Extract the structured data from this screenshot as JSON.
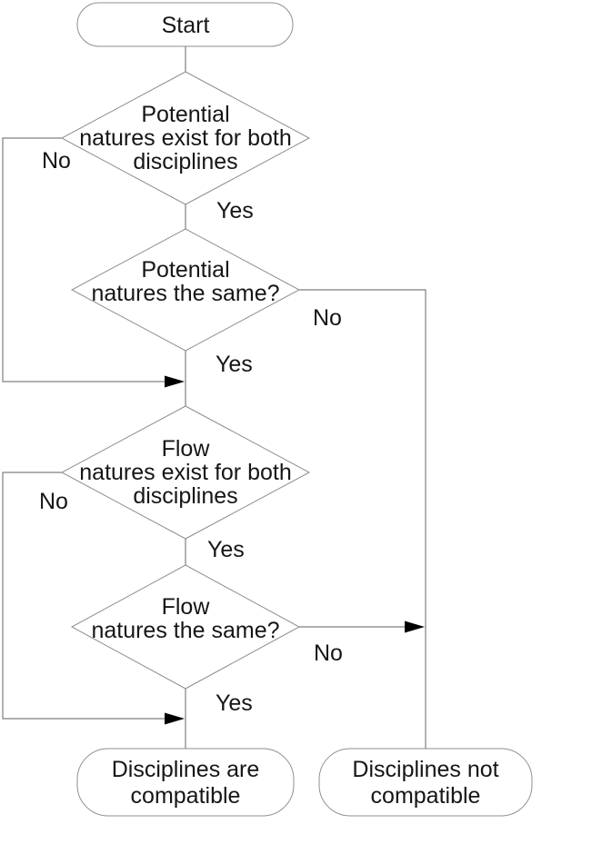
{
  "diagram": {
    "type": "flowchart",
    "background": "#ffffff",
    "colors": {
      "shape_stroke": "#8f8f8f",
      "connector_stroke": "#7f7f7f",
      "arrowhead_fill": "#000000",
      "text": "#161616"
    },
    "nodes": {
      "start": {
        "shape": "terminator",
        "label": "Start"
      },
      "potential_exist": {
        "shape": "decision",
        "line1": "Potential",
        "line2": "natures exist for both",
        "line3": "disciplines"
      },
      "potential_same": {
        "shape": "decision",
        "line1": "Potential",
        "line2": "natures the same?"
      },
      "flow_exist": {
        "shape": "decision",
        "line1": "Flow",
        "line2": "natures exist for both",
        "line3": "disciplines"
      },
      "flow_same": {
        "shape": "decision",
        "line1": "Flow",
        "line2": "natures the same?"
      },
      "compatible": {
        "shape": "terminator",
        "line1": "Disciplines are",
        "line2": "compatible"
      },
      "not_compatible": {
        "shape": "terminator",
        "line1": "Disciplines not",
        "line2": "compatible"
      }
    },
    "edge_labels": {
      "potential_exist_no": "No",
      "potential_exist_yes": "Yes",
      "potential_same_no": "No",
      "potential_same_yes": "Yes",
      "flow_exist_no": "No",
      "flow_exist_yes": "Yes",
      "flow_same_no": "No",
      "flow_same_yes": "Yes"
    }
  }
}
